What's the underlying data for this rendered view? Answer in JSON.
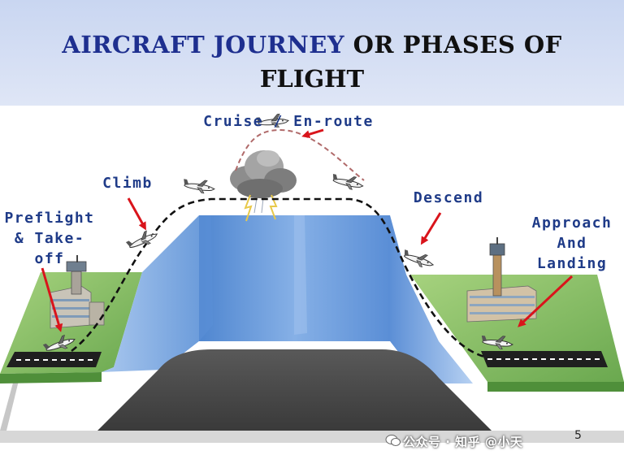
{
  "title": {
    "line1_part1": "AIRCRAFT JOURNEY",
    "line1_part2": "OR PHASES OF",
    "line2": "FLIGHT"
  },
  "phases": {
    "cruise": "Cruise / En-route",
    "climb": "Climb",
    "descend": "Descend",
    "preflight": [
      "Preflight",
      "& Take-",
      "off"
    ],
    "approach": [
      "Approach",
      "And",
      "Landing"
    ]
  },
  "page_number": "5",
  "watermark": "公众号 · 知乎 @小天",
  "colors": {
    "title_blue": "#1e2f8f",
    "label_blue": "#1f3b88",
    "arrow_red": "#d9141b",
    "ground_green": "#8fc56a",
    "mountain_blue": "#6f9fdc",
    "runway": "#222222"
  },
  "icons": [
    "airplane-icon",
    "control-tower-icon",
    "airport-building-icon",
    "storm-cloud-icon",
    "wechat-icon"
  ]
}
